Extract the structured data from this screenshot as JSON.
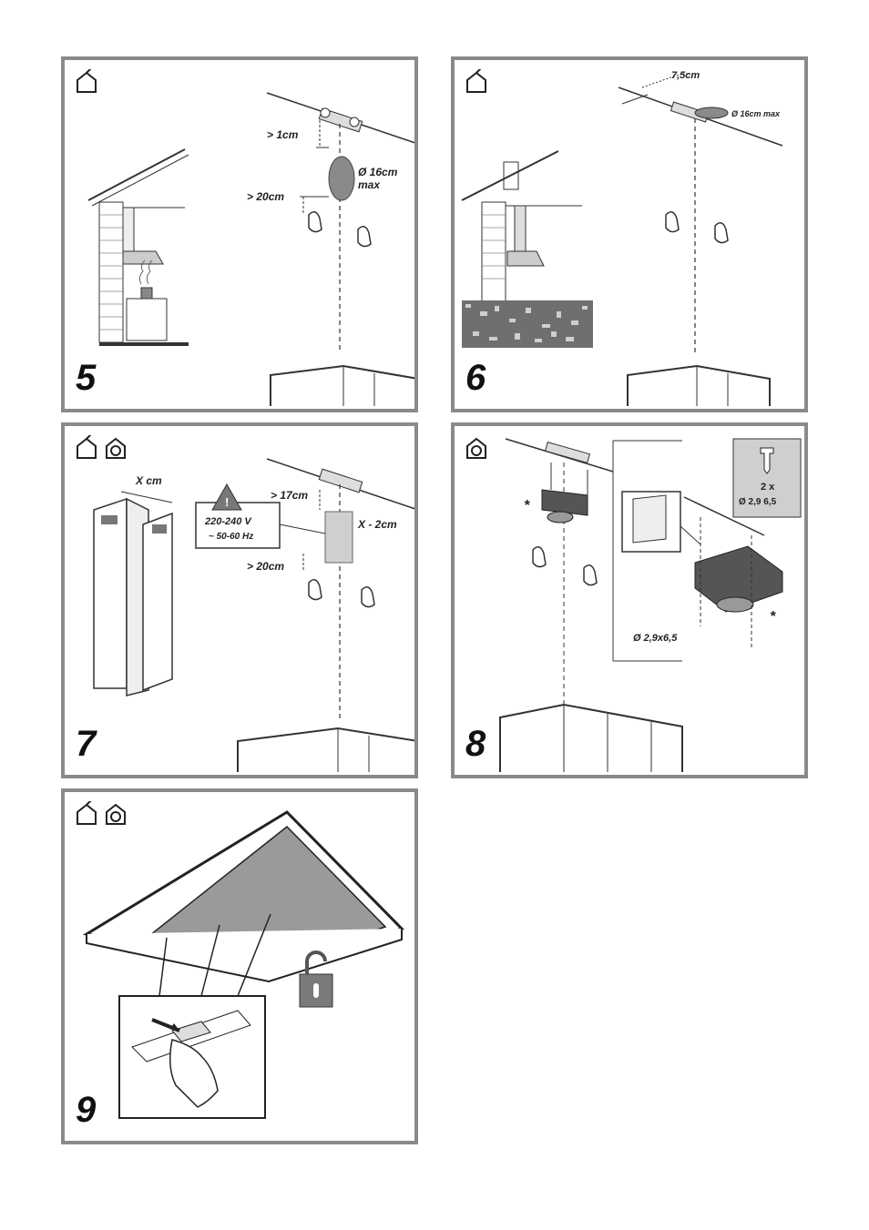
{
  "panels": [
    {
      "number": "5",
      "modes": [
        "chimney-exhaust-icon"
      ],
      "labels": {
        "gap_top": "> 1cm",
        "hole": "Ø 16cm\nmax",
        "gap_side": "> 20cm"
      }
    },
    {
      "number": "6",
      "modes": [
        "chimney-exhaust-icon"
      ],
      "labels": {
        "offset": "7,5cm",
        "hole": "Ø 16cm max"
      }
    },
    {
      "number": "7",
      "modes": [
        "chimney-exhaust-icon",
        "recirculation-icon"
      ],
      "labels": {
        "width": "X cm",
        "gap_top": "> 17cm",
        "voltage": "220-240 V",
        "frequency": "~ 50-60 Hz",
        "offset": "X - 2cm",
        "gap_side": "> 20cm"
      }
    },
    {
      "number": "8",
      "modes": [
        "recirculation-icon"
      ],
      "labels": {
        "screw_qty": "2 x",
        "screw_size_box": "Ø 2,9 6,5",
        "screw_size": "Ø 2,9x6,5",
        "asterisk": "*"
      }
    },
    {
      "number": "9",
      "modes": [
        "chimney-exhaust-icon",
        "recirculation-icon"
      ],
      "labels": {}
    }
  ]
}
